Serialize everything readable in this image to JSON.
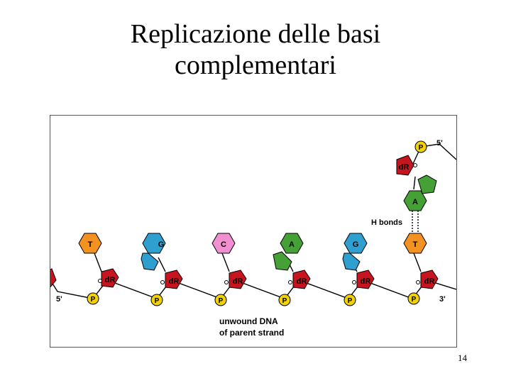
{
  "slide": {
    "title_line1": "Replicazione delle basi",
    "title_line2": "complementari",
    "page_number": "14"
  },
  "diagram": {
    "phosphate_label": "P",
    "sugar_label": "dR",
    "five_prime": "5'",
    "three_prime": "3'",
    "h_bonds_label": "H bonds",
    "caption_line1": "unwound DNA",
    "caption_line2": "of parent strand",
    "parent_bases": [
      "T",
      "G",
      "C",
      "A",
      "G",
      "T"
    ],
    "incoming_base": "A",
    "colors": {
      "T": "#f39221",
      "G": "#2f9fd0",
      "C": "#f28fd0",
      "A": "#45a135",
      "sugar": "#c8141e",
      "phosphate": "#f2d200",
      "backbone": "#000000"
    }
  }
}
